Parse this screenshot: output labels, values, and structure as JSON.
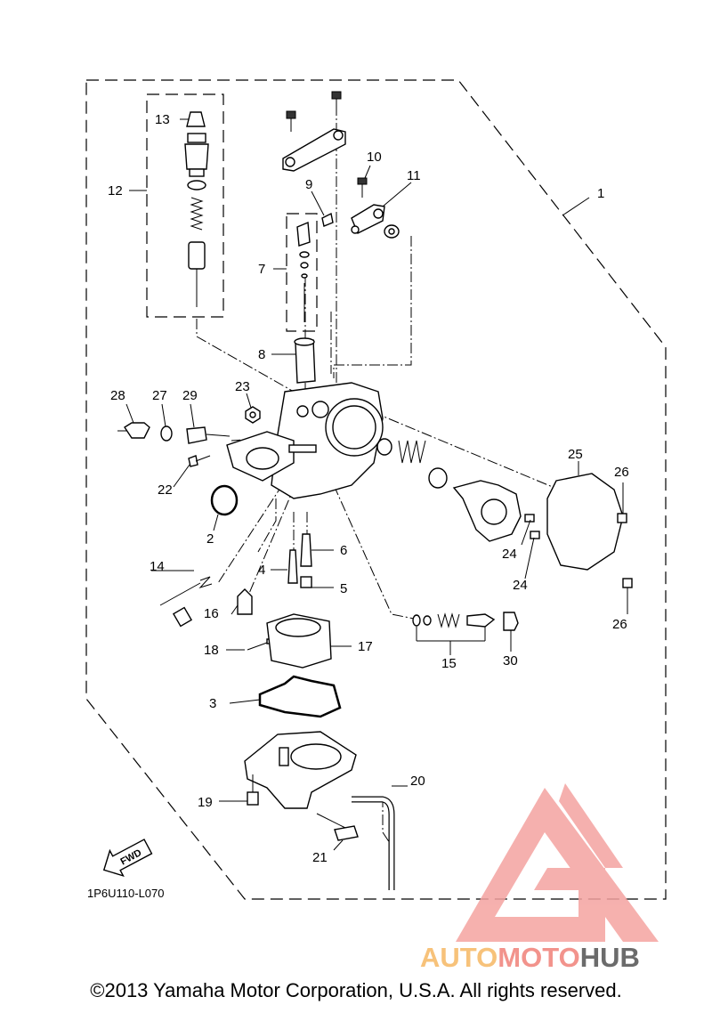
{
  "callouts": {
    "c1": "1",
    "c2": "2",
    "c3": "3",
    "c4": "4",
    "c5": "5",
    "c6": "6",
    "c7": "7",
    "c8": "8",
    "c9": "9",
    "c10": "10",
    "c11": "11",
    "c12": "12",
    "c13": "13",
    "c14": "14",
    "c15": "15",
    "c16": "16",
    "c17": "17",
    "c18": "18",
    "c19": "19",
    "c20": "20",
    "c21": "21",
    "c22": "22",
    "c23": "23",
    "c24a": "24",
    "c24b": "24",
    "c25": "25",
    "c26a": "26",
    "c26b": "26",
    "c27": "27",
    "c28": "28",
    "c29": "29",
    "c30": "30"
  },
  "fwd_label": "FWD",
  "diagram_code": "1P6U110-L070",
  "copyright": "©2013 Yamaha Motor Corporation, U.S.A. All rights reserved.",
  "watermark": {
    "auto": "AUTO",
    "moto": "MOTO",
    "hub": "HUB",
    "colors": {
      "auto": "#f7c27a",
      "moto": "#f2938c",
      "hub": "#6b6b6b",
      "triangle": "#f4a3a0"
    }
  }
}
